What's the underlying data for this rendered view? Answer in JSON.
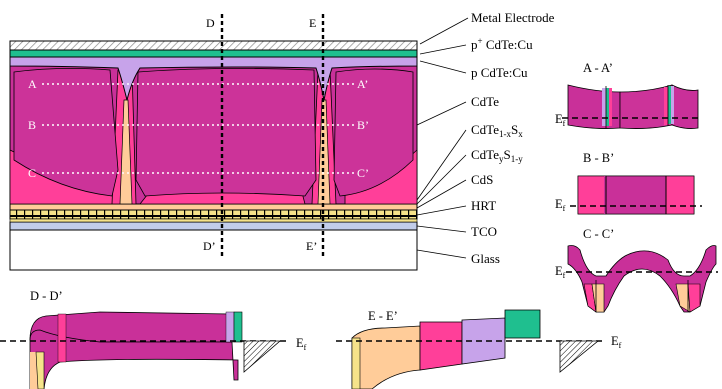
{
  "colors": {
    "electrode_hatch": "#b9b9b9",
    "p_plus_cdte_cu": "#1fbf8f",
    "p_cdte_cu": "#c7a3ea",
    "cdte_grain": "#c93099",
    "cdte_core": "#cc3399",
    "cdte_1x_sx": "#ff3f99",
    "cdte_y_s_1y": "#ffb8c8",
    "cds": "#ffcc99",
    "hrt_stripe": "#f6e38a",
    "tco": "#c2cdea",
    "glass": "#ffffff",
    "outline": "#000000"
  },
  "layer_labels": {
    "metal_electrode": "Metal Electrode",
    "p_plus_cdte_cu": {
      "sup": "+",
      "pre": "p",
      "post": " CdTe:Cu"
    },
    "p_cdte_cu": "p CdTe:Cu",
    "cdte": "CdTe",
    "cdte_1x_sx": {
      "base": "CdTe",
      "sub1": "1-x",
      "mid": "S",
      "sub2": "x"
    },
    "cdte_y_s_1y": {
      "base": "CdTe",
      "sub1": "y",
      "mid": "S",
      "sub2": "1-y"
    },
    "cds": "CdS",
    "hrt": "HRT",
    "tco": "TCO",
    "glass": "Glass"
  },
  "cuts": {
    "d_top": "D",
    "d_bottom": "D’",
    "e_top": "E",
    "e_bottom": "E’",
    "a_left": "A",
    "a_right": "A’",
    "b_left": "B",
    "b_right": "B’",
    "c_left": "C",
    "c_right": "C’"
  },
  "band_panels": {
    "aa_title": "A - A’",
    "bb_title": "B - B’",
    "cc_title": "C - C’",
    "dd_title": "D - D’",
    "ee_title": "E - E’"
  },
  "fermi_level": {
    "base": "E",
    "sub": "f"
  }
}
